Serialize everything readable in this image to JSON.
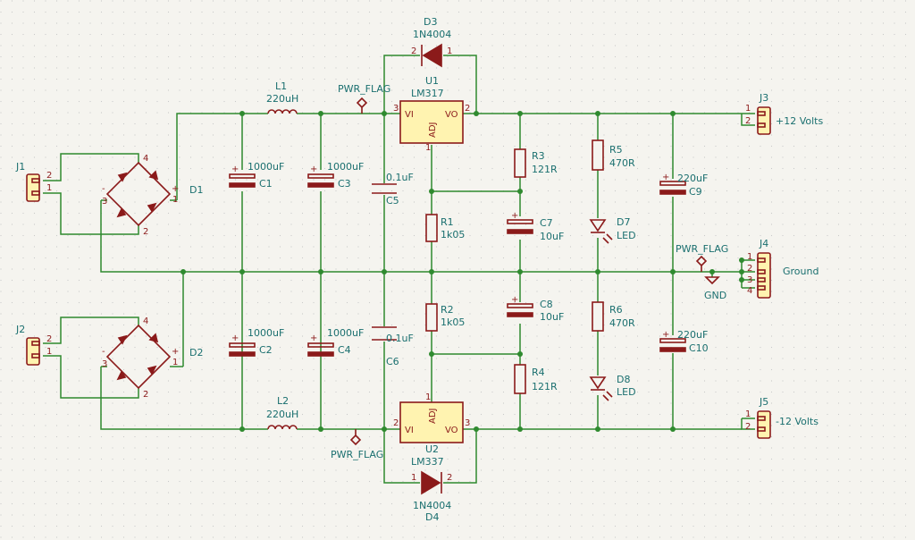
{
  "connectors": {
    "J1": {
      "ref": "J1",
      "pin1": "1",
      "pin2": "2"
    },
    "J2": {
      "ref": "J2",
      "pin1": "1",
      "pin2": "2"
    },
    "J3": {
      "ref": "J3",
      "pin1": "1",
      "pin2": "2",
      "label": "+12 Volts"
    },
    "J4": {
      "ref": "J4",
      "pin1": "1",
      "pin2": "2",
      "pin3": "3",
      "pin4": "4",
      "label": "Ground"
    },
    "J5": {
      "ref": "J5",
      "pin1": "1",
      "pin2": "2",
      "label": "-12 Volts"
    }
  },
  "bridges": {
    "D1": {
      "ref": "D1",
      "p1": "1",
      "p2": "2",
      "p3": "3",
      "p4": "4",
      "plus": "+",
      "minus": "-"
    },
    "D2": {
      "ref": "D2",
      "p1": "1",
      "p2": "2",
      "p3": "3",
      "p4": "4",
      "plus": "+",
      "minus": "-"
    }
  },
  "inductors": {
    "L1": {
      "ref": "L1",
      "value": "220uH"
    },
    "L2": {
      "ref": "L2",
      "value": "220uH"
    }
  },
  "capacitors": {
    "C1": {
      "ref": "C1",
      "value": "1000uF"
    },
    "C2": {
      "ref": "C2",
      "value": "1000uF"
    },
    "C3": {
      "ref": "C3",
      "value": "1000uF"
    },
    "C4": {
      "ref": "C4",
      "value": "1000uF"
    },
    "C5": {
      "ref": "C5",
      "value": "0.1uF"
    },
    "C6": {
      "ref": "C6",
      "value": "0.1uF"
    },
    "C7": {
      "ref": "C7",
      "value": "10uF"
    },
    "C8": {
      "ref": "C8",
      "value": "10uF"
    },
    "C9": {
      "ref": "C9",
      "value": "220uF"
    },
    "C10": {
      "ref": "C10",
      "value": "220uF"
    },
    "plus": "+"
  },
  "resistors": {
    "R1": {
      "ref": "R1",
      "value": "1k05"
    },
    "R2": {
      "ref": "R2",
      "value": "1k05"
    },
    "R3": {
      "ref": "R3",
      "value": "121R"
    },
    "R4": {
      "ref": "R4",
      "value": "121R"
    },
    "R5": {
      "ref": "R5",
      "value": "470R"
    },
    "R6": {
      "ref": "R6",
      "value": "470R"
    }
  },
  "leds": {
    "D7": {
      "ref": "D7",
      "value": "LED"
    },
    "D8": {
      "ref": "D8",
      "value": "LED"
    }
  },
  "diodes": {
    "D3": {
      "ref": "D3",
      "value": "1N4004",
      "pin_a": "2",
      "pin_k": "1"
    },
    "D4": {
      "ref": "D4",
      "value": "1N4004",
      "pin_a": "1",
      "pin_k": "2"
    }
  },
  "regulators": {
    "U1": {
      "ref": "U1",
      "value": "LM317",
      "vi": "VI",
      "vo": "VO",
      "adj": "ADJ",
      "pin_vi": "3",
      "pin_vo": "2",
      "pin_adj": "1"
    },
    "U2": {
      "ref": "U2",
      "value": "LM337",
      "vi": "VI",
      "vo": "VO",
      "adj": "ADJ",
      "pin_vi": "2",
      "pin_vo": "3",
      "pin_adj": "1"
    }
  },
  "flags": {
    "pwr_flag_1": "PWR_FLAG",
    "pwr_flag_2": "PWR_FLAG",
    "pwr_flag_3": "PWR_FLAG",
    "gnd": "GND"
  }
}
